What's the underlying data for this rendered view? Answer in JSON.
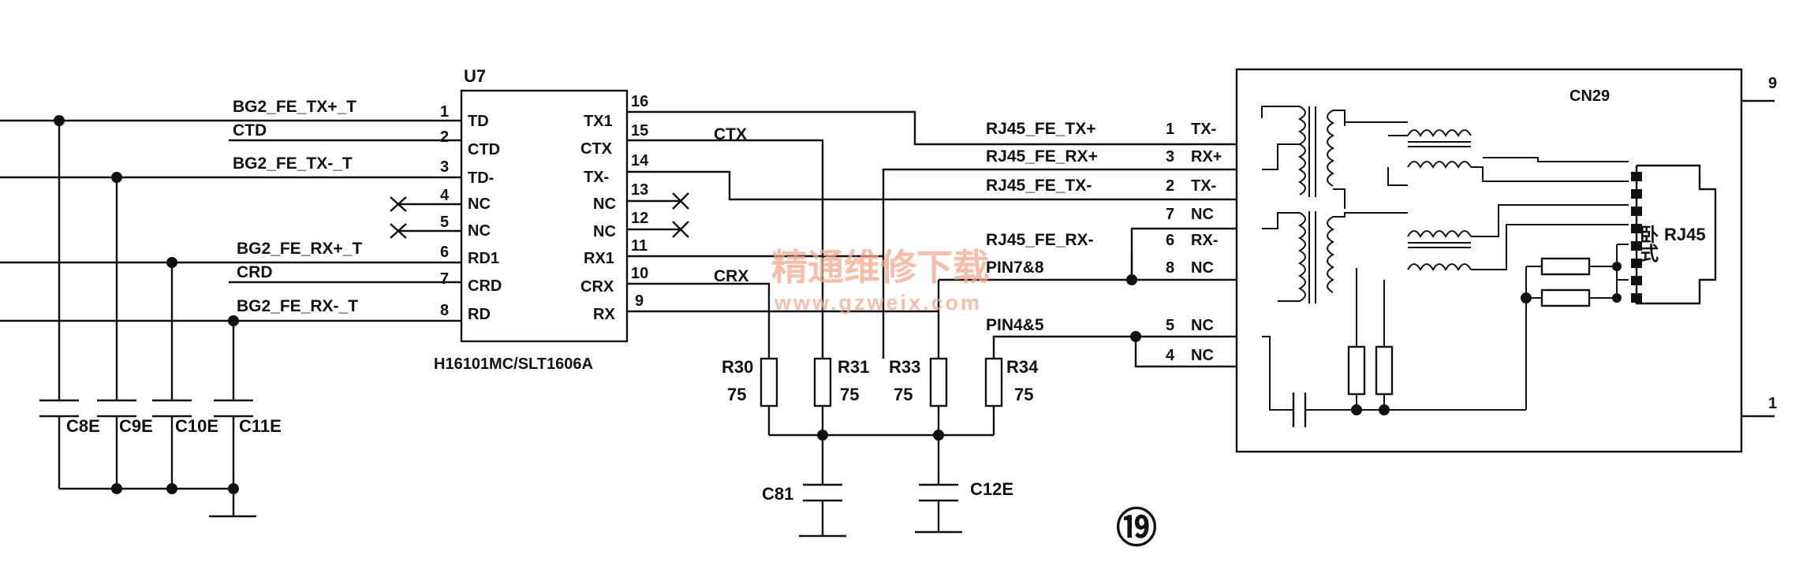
{
  "ic": {
    "ref": "U7",
    "part": "H16101MC/SLT1606A",
    "left_pins": [
      {
        "num": "1",
        "name": "TD",
        "net": "BG2_FE_TX+_T"
      },
      {
        "num": "2",
        "name": "CTD",
        "net": "CTD"
      },
      {
        "num": "3",
        "name": "TD-",
        "net": "BG2_FE_TX-_T"
      },
      {
        "num": "4",
        "name": "NC",
        "net": ""
      },
      {
        "num": "5",
        "name": "NC",
        "net": ""
      },
      {
        "num": "6",
        "name": "RD1",
        "net": "BG2_FE_RX+_T"
      },
      {
        "num": "7",
        "name": "CRD",
        "net": "CRD"
      },
      {
        "num": "8",
        "name": "RD",
        "net": "BG2_FE_RX-_T"
      }
    ],
    "right_pins": [
      {
        "num": "16",
        "name": "TX1"
      },
      {
        "num": "15",
        "name": "CTX"
      },
      {
        "num": "14",
        "name": "TX-"
      },
      {
        "num": "13",
        "name": "NC"
      },
      {
        "num": "12",
        "name": "NC"
      },
      {
        "num": "11",
        "name": "RX1"
      },
      {
        "num": "10",
        "name": "CRX"
      },
      {
        "num": "9",
        "name": "RX"
      }
    ]
  },
  "nets": {
    "ctx": "CTX",
    "crx": "CRX",
    "pin78": "PIN7&8",
    "pin45": "PIN4&5"
  },
  "left_caps": [
    "C8E",
    "C9E",
    "C10E",
    "C11E"
  ],
  "resistors": [
    {
      "ref": "R30",
      "value": "75"
    },
    {
      "ref": "R31",
      "value": "75"
    },
    {
      "ref": "R33",
      "value": "75"
    },
    {
      "ref": "R34",
      "value": "75"
    }
  ],
  "bottom_caps": [
    "C81",
    "C12E"
  ],
  "connector": {
    "ref": "CN29",
    "jack_label": "RJ45",
    "jack_type": "卧式",
    "shield_top": "9",
    "shield_bottom": "1",
    "pins": [
      {
        "num": "1",
        "name": "TX-",
        "net": "RJ45_FE_TX+"
      },
      {
        "num": "3",
        "name": "RX+",
        "net": "RJ45_FE_RX+"
      },
      {
        "num": "2",
        "name": "TX-",
        "net": "RJ45_FE_TX-"
      },
      {
        "num": "7",
        "name": "NC",
        "net": ""
      },
      {
        "num": "6",
        "name": "RX-",
        "net": "RJ45_FE_RX-"
      },
      {
        "num": "8",
        "name": "NC",
        "net": ""
      },
      {
        "num": "5",
        "name": "NC",
        "net": ""
      },
      {
        "num": "4",
        "name": "NC",
        "net": ""
      }
    ]
  },
  "watermark": {
    "text": "精通维修下载",
    "url": "www.gzweix.com"
  },
  "figure_number": "⑲",
  "colors": {
    "ink": "#111111",
    "watermark": "#f1a98e"
  }
}
